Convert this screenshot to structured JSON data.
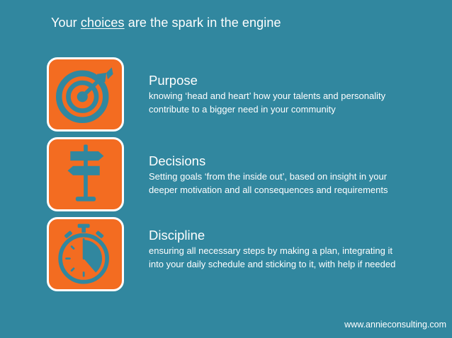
{
  "header": {
    "title_before": "Your ",
    "title_emph": "choices",
    "title_after": " are the spark in the engine"
  },
  "items": [
    {
      "icon": "target-icon",
      "title": "Purpose",
      "line1": "knowing ‘head and heart’ how your talents and personality",
      "line2": "contribute to a bigger need in your community"
    },
    {
      "icon": "signpost-icon",
      "title": "Decisions",
      "line1": "Setting goals ‘from the inside out’, based on insight in your",
      "line2": "deeper motivation and all consequences and requirements"
    },
    {
      "icon": "stopwatch-icon",
      "title": "Discipline",
      "line1": "ensuring all necessary steps by making a plan, integrating it",
      "line2": "into your daily schedule and sticking to it, with help if needed"
    }
  ],
  "footer": {
    "url": "www.annieconsulting.com"
  },
  "colors": {
    "background": "#31879f",
    "accent": "#f36c21",
    "icon_fill": "#31879f",
    "text": "#ffffff"
  }
}
